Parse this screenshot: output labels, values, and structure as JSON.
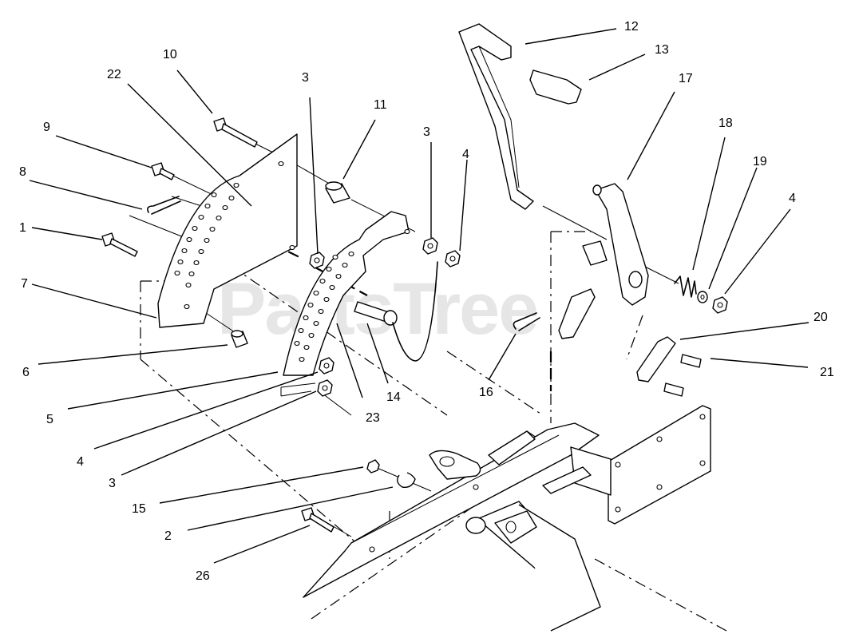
{
  "watermark": "PartsTree",
  "callouts": [
    {
      "id": "c1",
      "label": "1"
    },
    {
      "id": "c2",
      "label": "2"
    },
    {
      "id": "c3a",
      "label": "3"
    },
    {
      "id": "c3b",
      "label": "3"
    },
    {
      "id": "c3c",
      "label": "3"
    },
    {
      "id": "c4a",
      "label": "4"
    },
    {
      "id": "c4b",
      "label": "4"
    },
    {
      "id": "c4c",
      "label": "4"
    },
    {
      "id": "c5",
      "label": "5"
    },
    {
      "id": "c6",
      "label": "6"
    },
    {
      "id": "c7",
      "label": "7"
    },
    {
      "id": "c8",
      "label": "8"
    },
    {
      "id": "c9",
      "label": "9"
    },
    {
      "id": "c10",
      "label": "10"
    },
    {
      "id": "c11",
      "label": "11"
    },
    {
      "id": "c12",
      "label": "12"
    },
    {
      "id": "c13",
      "label": "13"
    },
    {
      "id": "c14",
      "label": "14"
    },
    {
      "id": "c15",
      "label": "15"
    },
    {
      "id": "c16",
      "label": "16"
    },
    {
      "id": "c17",
      "label": "17"
    },
    {
      "id": "c18",
      "label": "18"
    },
    {
      "id": "c19",
      "label": "19"
    },
    {
      "id": "c20",
      "label": "20"
    },
    {
      "id": "c21",
      "label": "21"
    },
    {
      "id": "c22",
      "label": "22"
    },
    {
      "id": "c23",
      "label": "23"
    },
    {
      "id": "c26",
      "label": "26"
    }
  ]
}
